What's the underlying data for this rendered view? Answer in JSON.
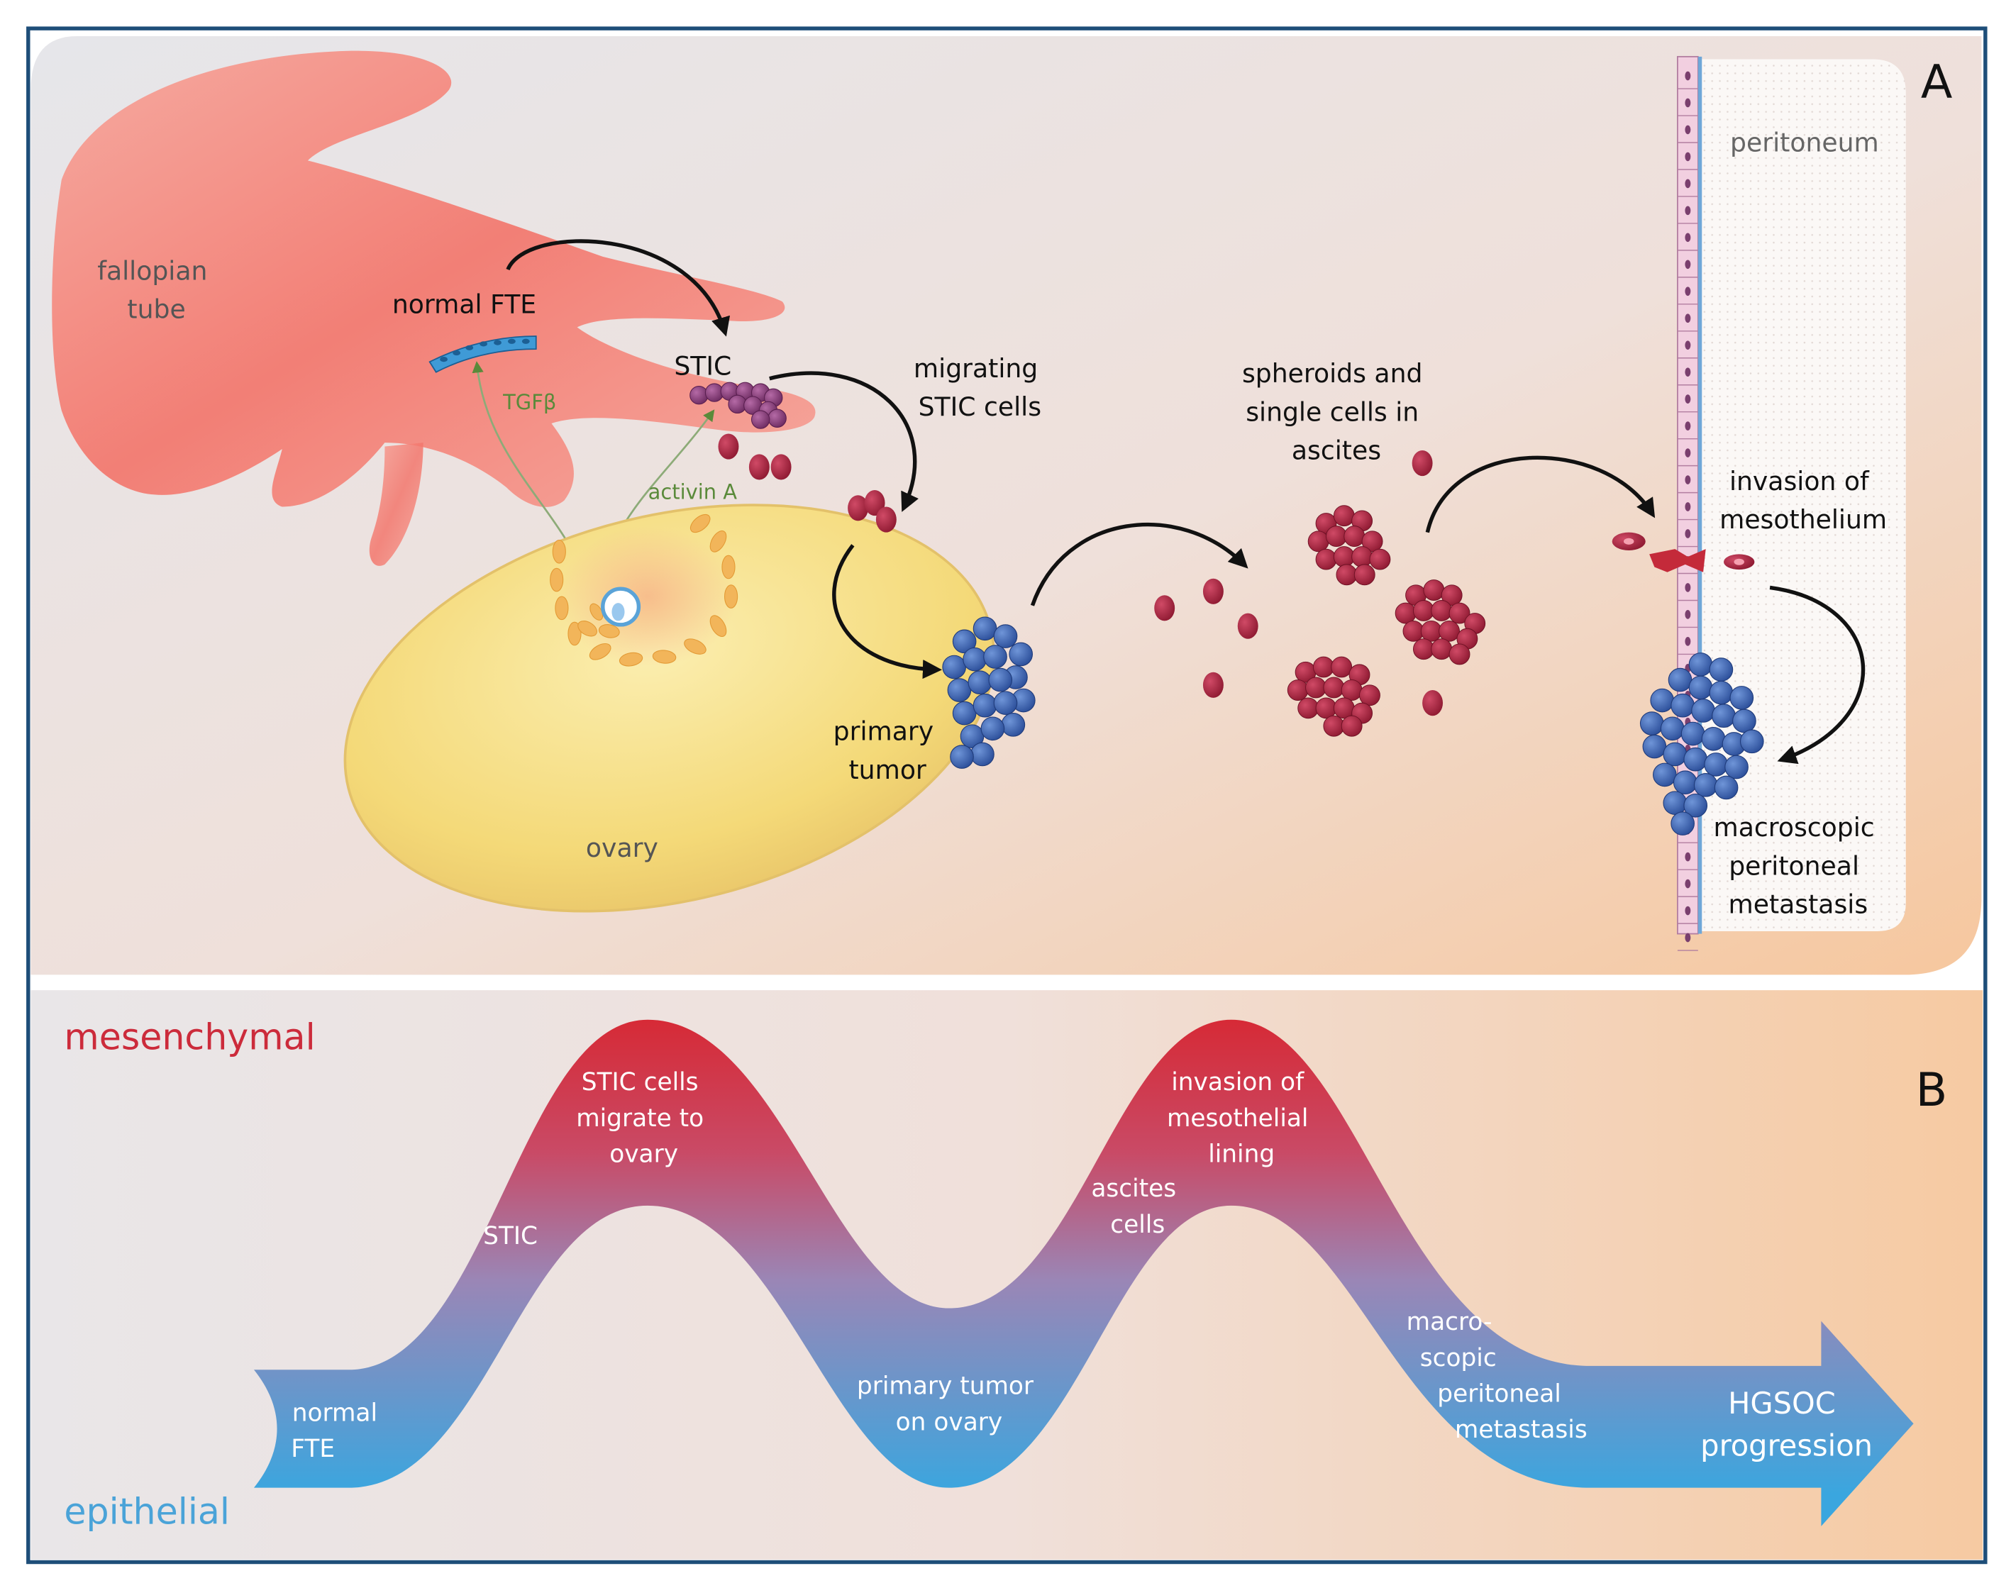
{
  "panel_a": {
    "letter": "A",
    "labels": {
      "fallopian_tube": [
        "fallopian",
        "tube"
      ],
      "normal_fte": "normal FTE",
      "stic": "STIC",
      "tgfb": "TGFβ",
      "activin": "activin A",
      "migrating": [
        "migrating",
        "STIC cells"
      ],
      "primary_tumor": [
        "primary",
        "tumor"
      ],
      "ovary": "ovary",
      "spheroids": [
        "spheroids and",
        "single cells in",
        "ascites"
      ],
      "peritoneum": "peritoneum",
      "invasion": [
        "invasion of",
        "mesothelium"
      ],
      "macroscopic": [
        "macroscopic",
        "peritoneal",
        "metastasis"
      ]
    }
  },
  "panel_b": {
    "letter": "B",
    "mesenchymal": "mesenchymal",
    "epithelial": "epithelial",
    "stages": {
      "normal_fte": [
        "normal",
        "FTE"
      ],
      "stic": "STIC",
      "stic_migrate": [
        "STIC cells",
        "migrate to",
        "ovary"
      ],
      "primary_on_ovary": [
        "primary tumor",
        "on ovary"
      ],
      "ascites_cells": [
        "ascites",
        "cells"
      ],
      "invasion_lining": [
        "invasion of",
        "mesothelial",
        "lining"
      ],
      "macro_meta": [
        "macro-",
        "scopic",
        "peritoneal",
        "metastasis"
      ],
      "hgsoc": [
        "HGSOC",
        "progression"
      ]
    }
  },
  "colors": {
    "frame": "#1e4e79",
    "mesenchymal": "#cc2b3b",
    "epithelial": "#4aa3d8",
    "tube": "#f47a70",
    "ovary": "#f6dc7a",
    "tumor": "#3c64b0",
    "ascites_cell": "#a81f3c",
    "stic_cell": "#8a3a7a",
    "fte_cell": "#3f9ad6",
    "arrow": "#111111",
    "hint_green": "#5a8a3a"
  }
}
